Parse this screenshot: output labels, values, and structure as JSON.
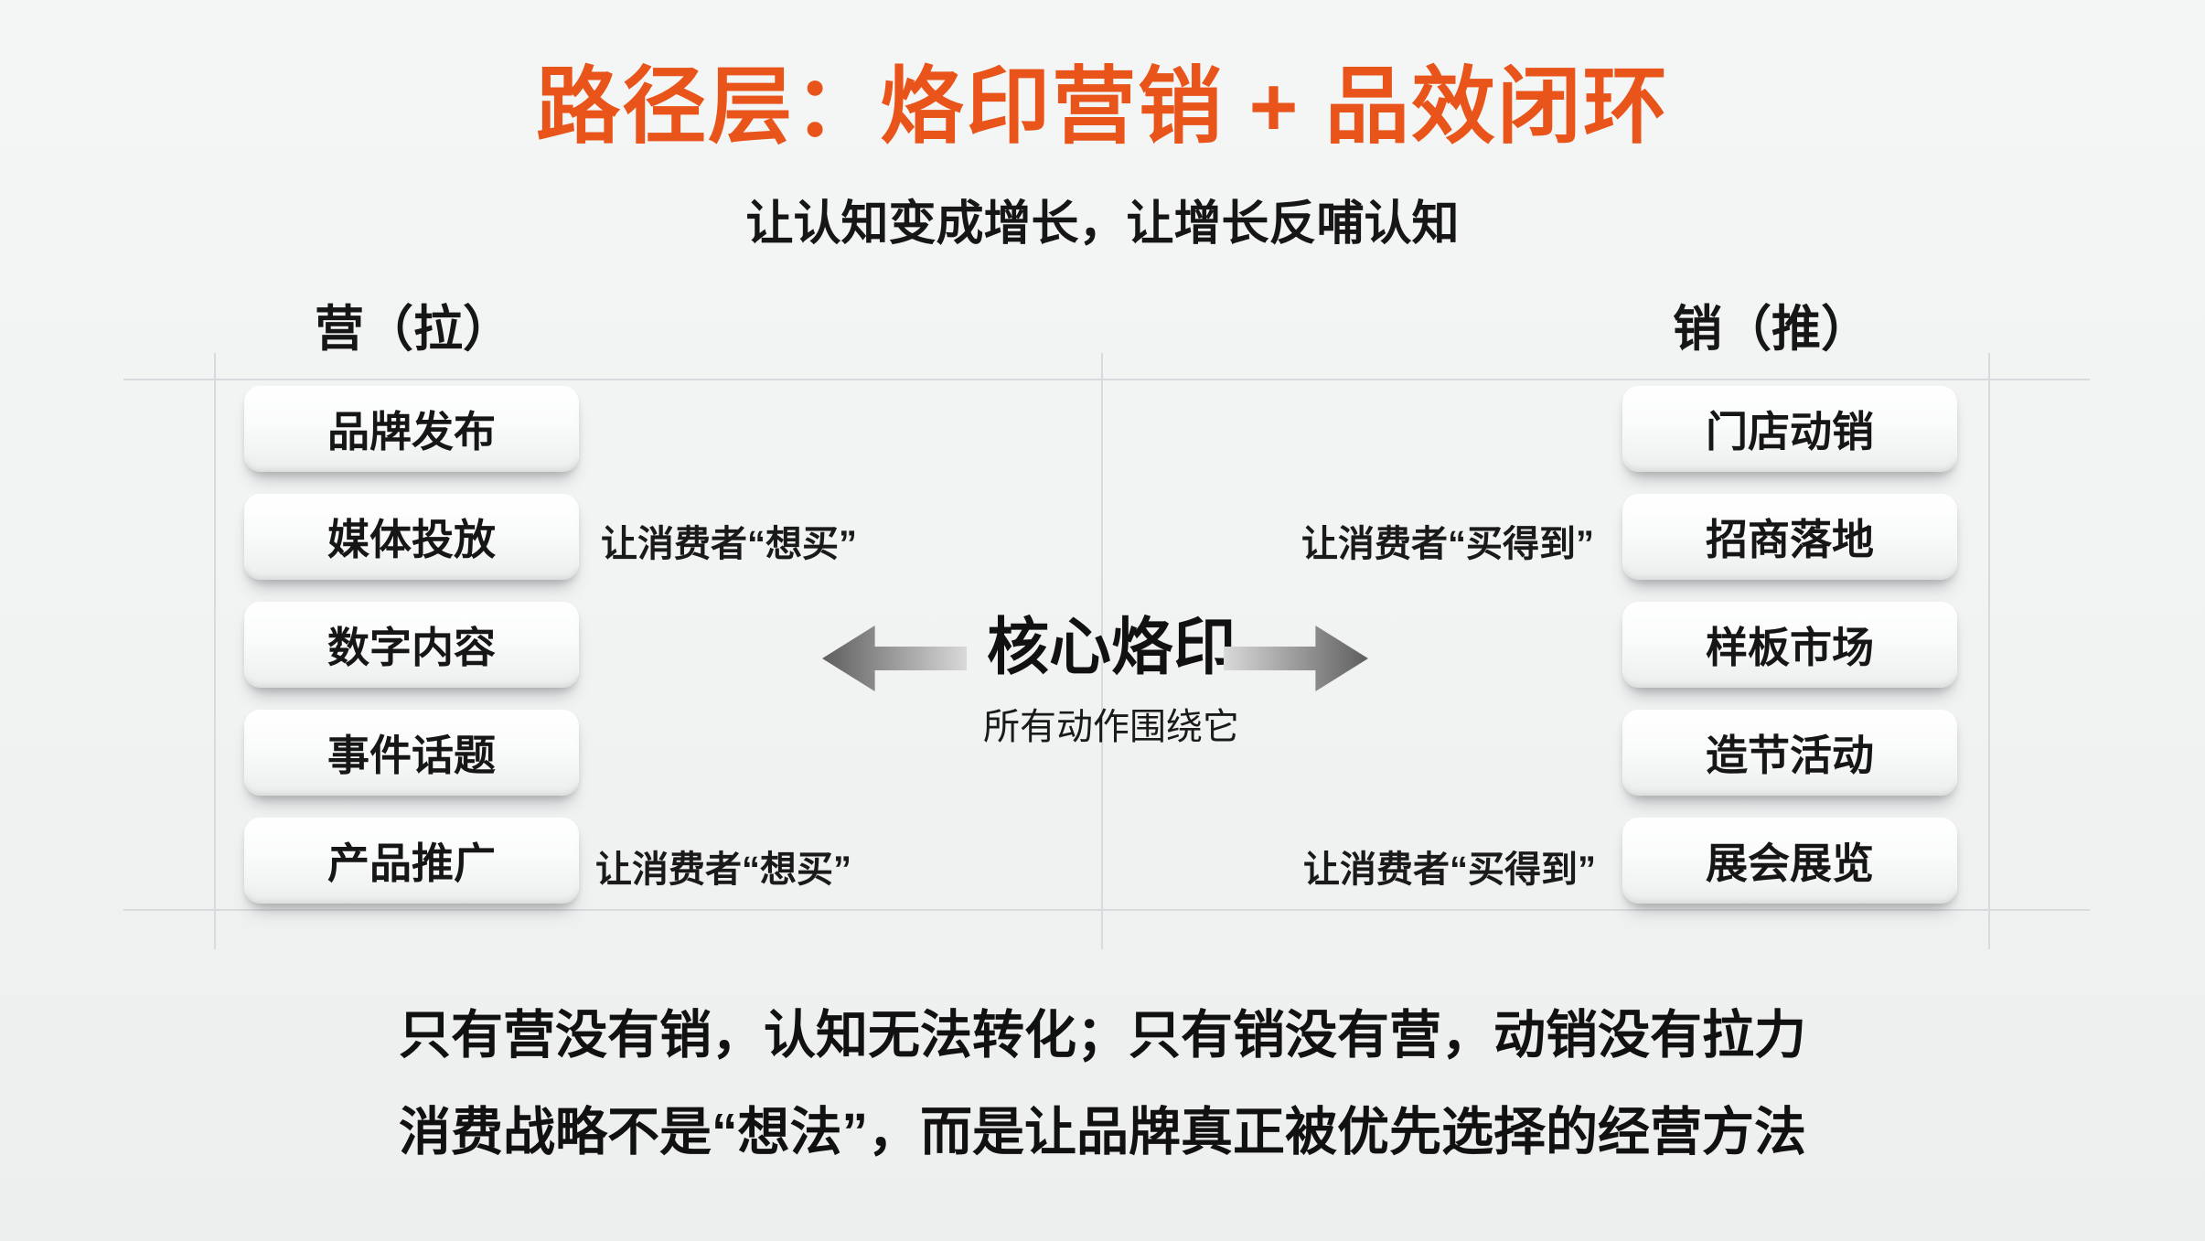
{
  "title": "路径层：烙印营销 + 品效闭环",
  "subtitle": "让认知变成增长，让增长反哺认知",
  "left_column": {
    "header": "营（拉）",
    "items": [
      "品牌发布",
      "媒体投放",
      "数字内容",
      "事件话题",
      "产品推广"
    ]
  },
  "right_column": {
    "header": "销（推）",
    "items": [
      "门店动销",
      "招商落地",
      "样板市场",
      "造节活动",
      "展会展览"
    ]
  },
  "center": {
    "title": "核心烙印",
    "subtitle": "所有动作围绕它"
  },
  "labels": {
    "pull_upper": "让消费者“想买”",
    "pull_lower": "让消费者“想买”",
    "push_upper": "让消费者“买得到”",
    "push_lower": "让消费者“买得到”"
  },
  "footer": {
    "line1": "只有营没有销，认知无法转化；只有销没有营，动销没有拉力",
    "line2": "消费战略不是“想法”，而是让品牌真正被优先选择的经营方法"
  },
  "icons": {
    "arrow_left": "left-gradient-arrow",
    "arrow_right": "right-gradient-arrow"
  },
  "colors": {
    "accent_orange": "#e8541a",
    "text_black": "#141414",
    "background": "#f1f3f3",
    "card_white": "#fbfcfc",
    "grid_line": "#d7dbdd",
    "arrow_dark": "#5e5e5e",
    "arrow_light": "#d9d9d9"
  }
}
